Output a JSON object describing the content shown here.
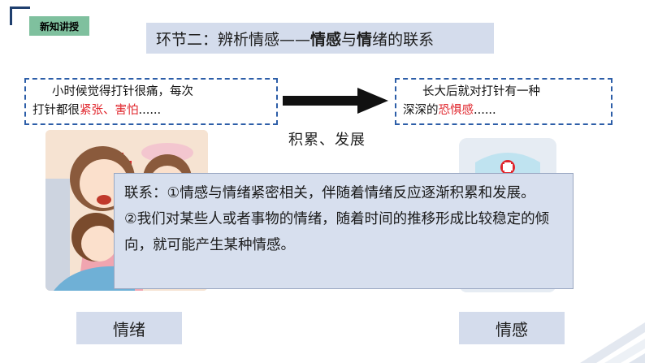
{
  "tag": "新知讲授",
  "title": {
    "prefix": "环节二：辨析情感——",
    "bold1": "情感",
    "mid": "与",
    "bold2": "情",
    "suffix": "绪的联系"
  },
  "left_box": {
    "line1": "小时候觉得打针很痛，每次",
    "line2_a": "打针都很",
    "line2_red": "紧张、害怕",
    "line2_b": "......"
  },
  "right_box": {
    "line1": "长大后就对打针有一种",
    "line2_a": "深深的",
    "line2_red": "恐惧感",
    "line2_b": "......"
  },
  "arrow_caption": "积累、发展",
  "overlay": {
    "p1": "联系：①情感与情绪紧密相关，伴随着情绪反应逐渐积累和发展。",
    "p2": "②我们对某些人或者事物的情绪，随着时间的推移形成比较稳定的倾向，就可能产生某种情感。"
  },
  "label_left": "情绪",
  "label_right": "情感",
  "colors": {
    "accent_blue": "#2d5ea8",
    "emphasis_red": "#e0252c",
    "panel": "#d4dcec",
    "tag_green": "#7fc09e"
  }
}
